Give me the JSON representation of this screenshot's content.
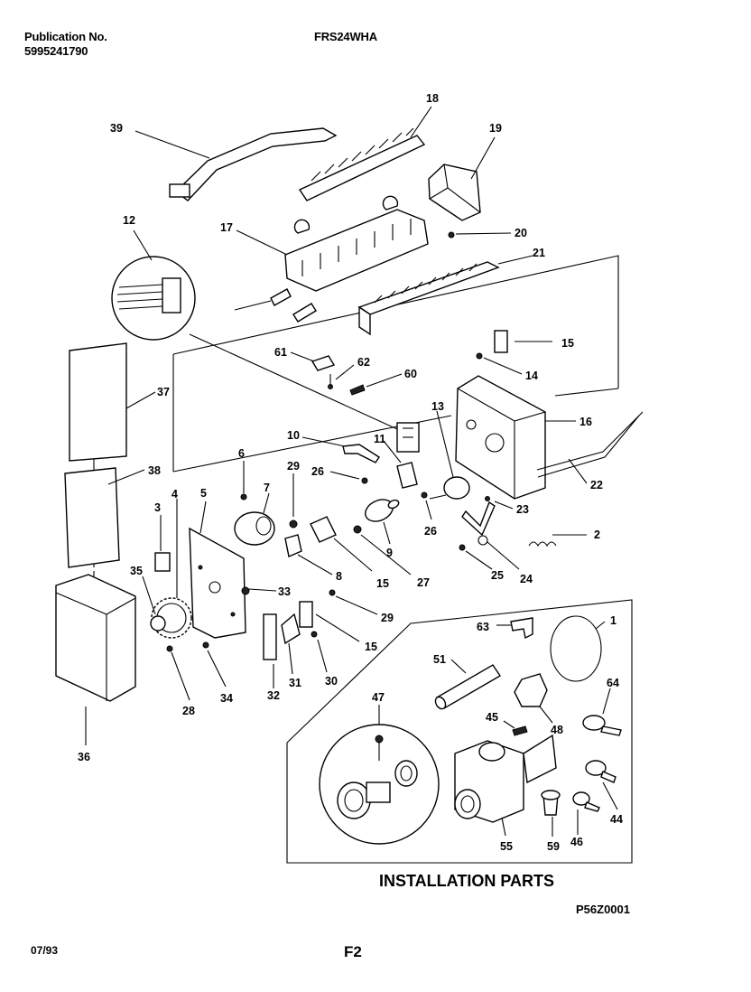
{
  "header": {
    "publication_label": "Publication No.",
    "publication_number": "5995241790",
    "model": "FRS24WHA"
  },
  "diagram": {
    "section_title": "INSTALLATION PARTS",
    "drawing_code": "P56Z0001",
    "callouts": {
      "p1": "1",
      "p2": "2",
      "p3": "3",
      "p4": "4",
      "p5": "5",
      "p6": "6",
      "p7": "7",
      "p8": "8",
      "p9": "9",
      "p10": "10",
      "p11": "11",
      "p12": "12",
      "p13": "13",
      "p14": "14",
      "p15a": "15",
      "p15b": "15",
      "p15c": "15",
      "p16": "16",
      "p17": "17",
      "p18": "18",
      "p19": "19",
      "p20": "20",
      "p21": "21",
      "p22": "22",
      "p23": "23",
      "p24": "24",
      "p25": "25",
      "p26a": "26",
      "p26b": "26",
      "p27": "27",
      "p28": "28",
      "p29a": "29",
      "p29b": "29",
      "p30": "30",
      "p31": "31",
      "p32": "32",
      "p33": "33",
      "p34": "34",
      "p35": "35",
      "p36": "36",
      "p37": "37",
      "p38": "38",
      "p39": "39",
      "p44": "44",
      "p45": "45",
      "p46": "46",
      "p47": "47",
      "p48": "48",
      "p51": "51",
      "p55": "55",
      "p59": "59",
      "p60": "60",
      "p61": "61",
      "p62": "62",
      "p63": "63",
      "p64": "64"
    }
  },
  "footer": {
    "date": "07/93",
    "page": "F2"
  }
}
